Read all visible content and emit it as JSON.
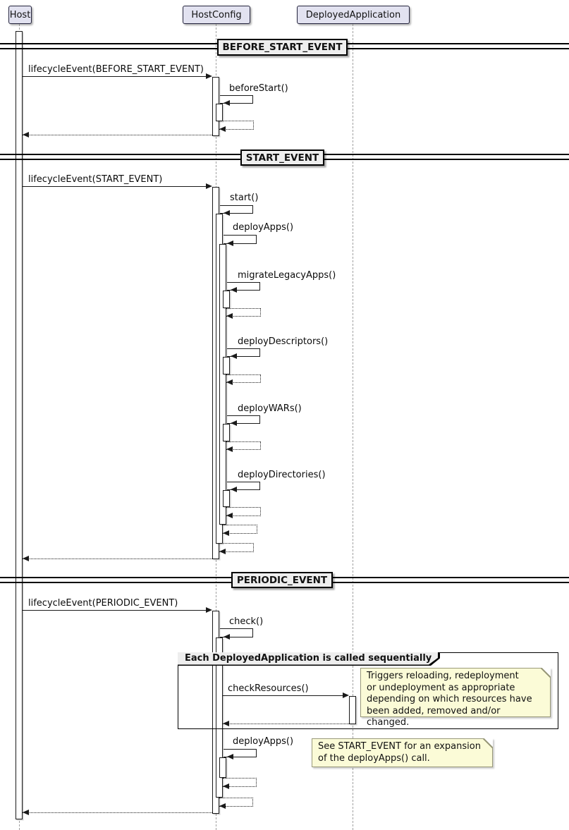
{
  "colors": {
    "participant_fill": "#E2E2F0",
    "participant_border": "#23233c",
    "note_fill": "#FBFBD7",
    "note_border": "#99997a",
    "divider_fill": "#EEEEEE",
    "frame_border": "#000000",
    "line": "#1a1a1a",
    "lifeline": "#a0a0a0"
  },
  "participants": {
    "host": "Host",
    "hostconfig": "HostConfig",
    "deployedapplication": "DeployedApplication"
  },
  "dividers": {
    "before_start": "BEFORE_START_EVENT",
    "start": "START_EVENT",
    "periodic": "PERIODIC_EVENT"
  },
  "messages": {
    "lifecycle_before_start": "lifecycleEvent(BEFORE_START_EVENT)",
    "before_start": "beforeStart()",
    "lifecycle_start": "lifecycleEvent(START_EVENT)",
    "start": "start()",
    "deploy_apps": "deployApps()",
    "migrate_legacy_apps": "migrateLegacyApps()",
    "deploy_descriptors": "deployDescriptors()",
    "deploy_wars": "deployWARs()",
    "deploy_directories": "deployDirectories()",
    "lifecycle_periodic": "lifecycleEvent(PERIODIC_EVENT)",
    "check": "check()",
    "check_resources": "checkResources()",
    "deploy_apps_periodic": "deployApps()"
  },
  "group": {
    "title": "Each DeployedApplication is called sequentially"
  },
  "notes": {
    "check_resources": "Triggers reloading, redeployment\nor undeployment as appropriate\ndepending on which resources have\nbeen added, removed and/or changed.",
    "deploy_apps": "See START_EVENT for an expansion\nof the deployApps() call."
  }
}
